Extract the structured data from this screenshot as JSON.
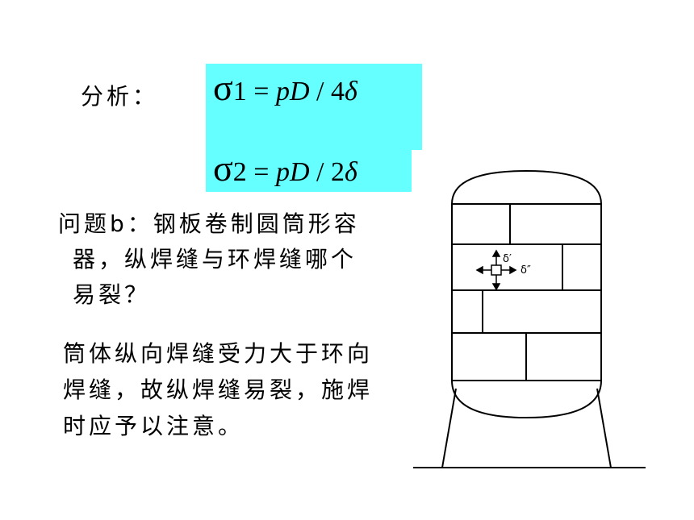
{
  "analysis_label": "分析：",
  "formulas": {
    "f1": {
      "sigma": "σ",
      "index": "1",
      "eq": " = ",
      "p": "p",
      "D": "D",
      "slash": " / ",
      "n": "4",
      "delta": "δ"
    },
    "f2": {
      "sigma": "σ",
      "index": "2",
      "eq": " = ",
      "p": "p",
      "D": "D",
      "slash": " / ",
      "n": "2",
      "delta": "δ"
    }
  },
  "question": {
    "line1": "问题b：钢板卷制圆筒形容",
    "line2": "器，纵焊缝与环焊缝哪个",
    "line3": "易裂？"
  },
  "answer": {
    "line1": "筒体纵向焊缝受力大于环向",
    "line2": "焊缝，故纵焊缝易裂，施焊",
    "line3": "时应予以注意。"
  },
  "diagram": {
    "label_top": "δ′",
    "label_right": "δ″"
  },
  "colors": {
    "formula_background": "#66ffff"
  }
}
